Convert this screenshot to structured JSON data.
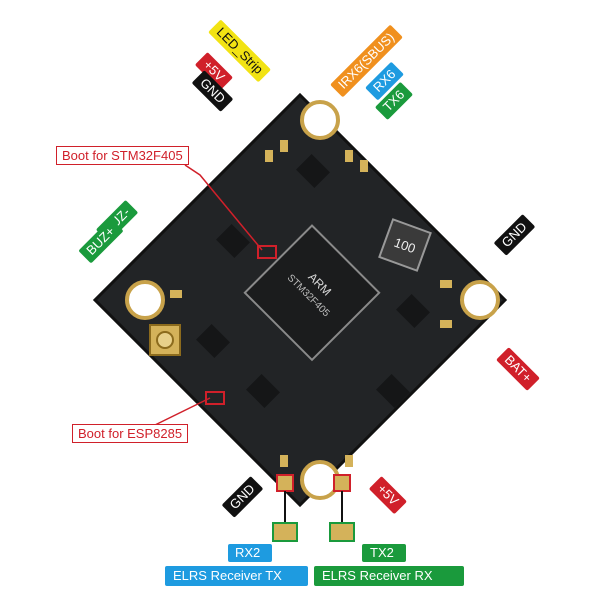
{
  "labels": {
    "led_strip": "LED_Strip",
    "plus5v_top": "+5V",
    "gnd_top": "GND",
    "irx6": "IRX6(SBUS)",
    "rx6": "RX6",
    "tx6": "TX6",
    "boot_stm": "Boot for STM32F405",
    "buz_minus": "BUZ-",
    "buz_plus": "BUZ+",
    "gnd_right": "GND",
    "bat_plus": "BAT+",
    "boot_esp": "Boot for ESP8285",
    "gnd_bottom": "GND",
    "plus5v_bottom": "+5V",
    "rx2": "RX2",
    "tx2": "TX2",
    "elrs_tx": "ELRS Receiver TX",
    "elrs_rx": "ELRS Receiver RX"
  },
  "chip": {
    "brand": "ARM",
    "model": "STM32F405",
    "inductor": "100"
  },
  "colors": {
    "red": "#d0202a",
    "yellow": "#f2e313",
    "black": "#111111",
    "orange": "#f0901e",
    "blue": "#1e9be0",
    "green": "#1a9a3c",
    "board": "#222426"
  }
}
